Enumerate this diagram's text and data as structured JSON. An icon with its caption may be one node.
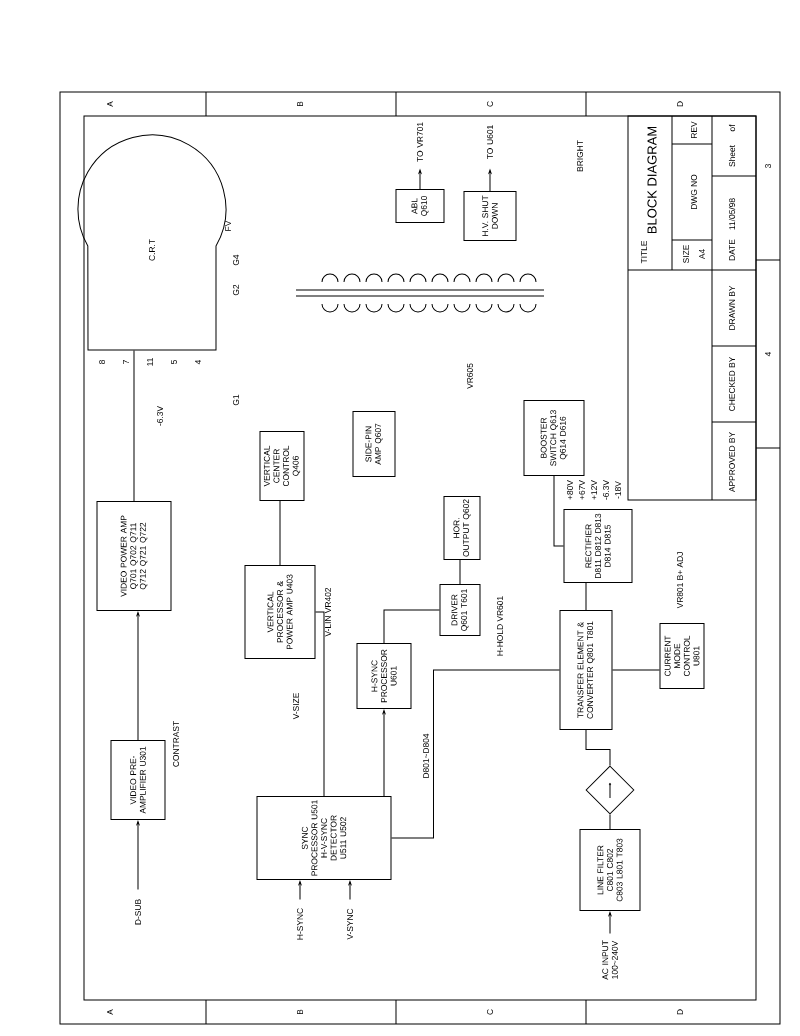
{
  "diagram": {
    "title": "BLOCK DIAGRAM",
    "nodes": [
      {
        "text": [
          "C.R.T"
        ]
      },
      {
        "text": [
          "VIDEO POWER AMP",
          "Q701 Q702 Q711 Q712 Q721 Q722"
        ]
      },
      {
        "text": [
          "VIDEO PRE-AMPLIFIER U301"
        ]
      },
      {
        "text": [
          "SYNC PROCESSOR U501",
          "H-V-SYNC DETECTOR U511 U502"
        ]
      },
      {
        "text": [
          "VERTICAL PROCESSOR & POWER AMP U403"
        ]
      },
      {
        "text": [
          "VERTICAL CENTER CONTROL Q406"
        ]
      },
      {
        "text": [
          "SIDE-PIN AMP Q607"
        ]
      },
      {
        "text": [
          "H-SYNC PROCESSOR U601"
        ]
      },
      {
        "text": [
          "DRIVER Q601 T601"
        ]
      },
      {
        "text": [
          "HOR. OUTPUT Q602"
        ]
      },
      {
        "text": [
          "BOOSTER SWITCH Q613 Q614 D616"
        ]
      },
      {
        "text": [
          "RECTIFIER D811 D812 D813 D814 D815"
        ]
      },
      {
        "text": [
          "TRANSFER ELEMENT & CONVERTER Q801 T801"
        ]
      },
      {
        "text": [
          "CURRENT MODE CONTROL U801"
        ]
      },
      {
        "text": [],
        "shape": "diamond"
      },
      {
        "text": [
          "LINE FILTER C801 C802 C803 L801 T803"
        ]
      },
      {
        "text": [
          "AC INPUT 100~240V"
        ]
      },
      {
        "text": [
          "ABL Q610"
        ]
      },
      {
        "text": [
          "H.V. SHUT DOWN"
        ]
      },
      {
        "text": [
          "TO VR701"
        ]
      },
      {
        "text": [
          "TO U601"
        ]
      },
      {
        "text": [
          "D-SUB"
        ]
      },
      {
        "text": [
          "H-SYNC"
        ]
      },
      {
        "text": [
          "V-SYNC"
        ]
      }
    ],
    "edges": [
      {
        "from": 21,
        "to": 2,
        "arrow": "to"
      },
      {
        "from": 2,
        "to": 1,
        "arrow": "to"
      },
      {
        "from": 1,
        "to": 0,
        "arrow": "none"
      },
      {
        "from": 22,
        "to": 3,
        "arrow": "to"
      },
      {
        "from": 23,
        "to": 3,
        "arrow": "to"
      },
      {
        "from": 3,
        "to": 4,
        "arrow": "none"
      },
      {
        "from": 3,
        "to": 7,
        "arrow": "to"
      },
      {
        "from": 7,
        "to": 8,
        "arrow": "none"
      },
      {
        "from": 8,
        "to": 9,
        "arrow": "none"
      },
      {
        "from": 4,
        "to": 5,
        "arrow": "none"
      },
      {
        "from": 3,
        "to": 12,
        "arrow": "none",
        "label": "D801~D804"
      },
      {
        "from": 16,
        "to": 15,
        "arrow": "to"
      },
      {
        "from": 15,
        "to": 14,
        "arrow": "none"
      },
      {
        "from": 14,
        "to": 12,
        "arrow": "none"
      },
      {
        "from": 12,
        "to": 11,
        "arrow": "none"
      },
      {
        "from": 12,
        "to": 13,
        "arrow": "none"
      },
      {
        "from": 11,
        "to": 10,
        "arrow": "none"
      },
      {
        "from": 17,
        "to": 19,
        "arrow": "to"
      },
      {
        "from": 18,
        "to": 20,
        "arrow": "to"
      }
    ],
    "labels": [
      "CONTRAST",
      "V-SIZE",
      "V-LIN VR402",
      "H-HOLD VR601",
      "VR801 B+ ADJ",
      "+80V",
      "+67V",
      "+12V",
      "-6.3V",
      "-18V",
      "G1",
      "G2",
      "G4",
      "FV",
      "8",
      "7",
      "11",
      "5",
      "4",
      "-6.3V",
      "BRIGHT",
      "VR605",
      "TITLE",
      "SIZE",
      "A4",
      "DWG NO",
      "REV",
      "DATE",
      "11/05/98",
      "Sheet",
      "of",
      "DRAWN BY",
      "CHECKED BY",
      "APPROVED BY",
      "A",
      "B",
      "C",
      "D",
      "A",
      "B",
      "C",
      "D",
      "3",
      "4"
    ]
  }
}
